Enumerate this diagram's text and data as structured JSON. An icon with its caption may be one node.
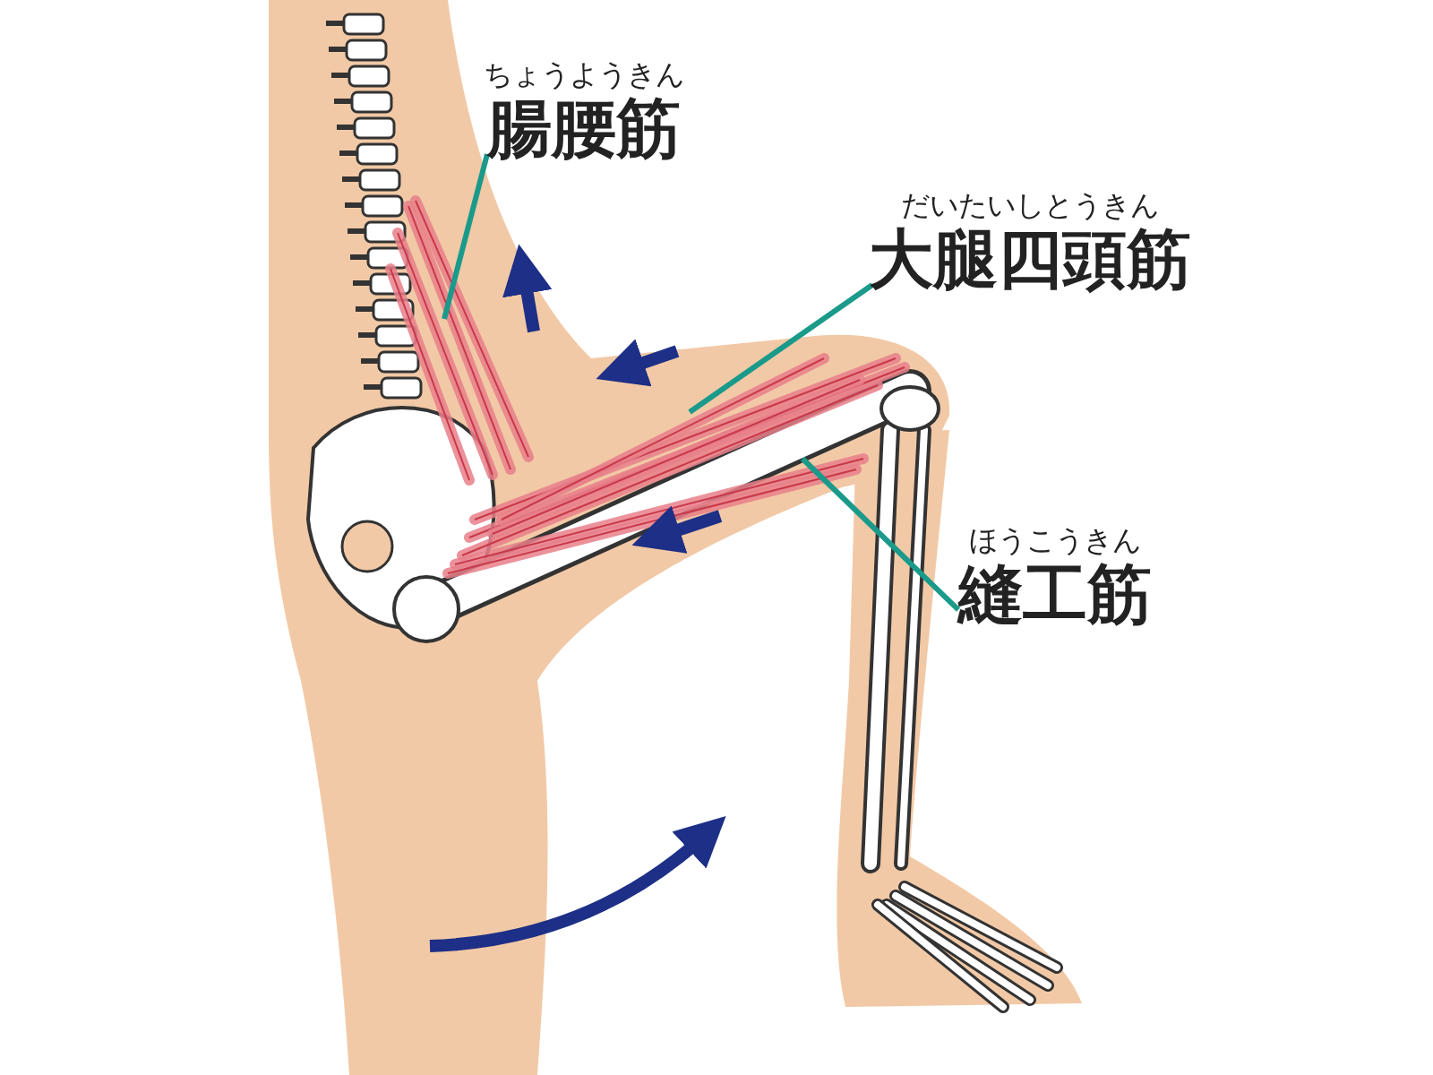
{
  "diagram": {
    "nodes": [
      {
        "text": [
          "ちょうようきん",
          "腸腰筋"
        ]
      },
      {
        "text": [],
        "shape": "picture"
      },
      {
        "text": [
          "だいたいしとうきん",
          "大腿四頭筋"
        ]
      },
      {
        "text": [],
        "shape": "picture"
      },
      {
        "text": [
          "ほうこうきん",
          "縫工筋"
        ]
      },
      {
        "text": [],
        "shape": "picture"
      }
    ],
    "edges": [
      {
        "from": 0,
        "to": 1,
        "arrow": "none"
      },
      {
        "from": 2,
        "to": 3,
        "arrow": "none"
      },
      {
        "from": 4,
        "to": 5,
        "arrow": "none"
      }
    ]
  }
}
